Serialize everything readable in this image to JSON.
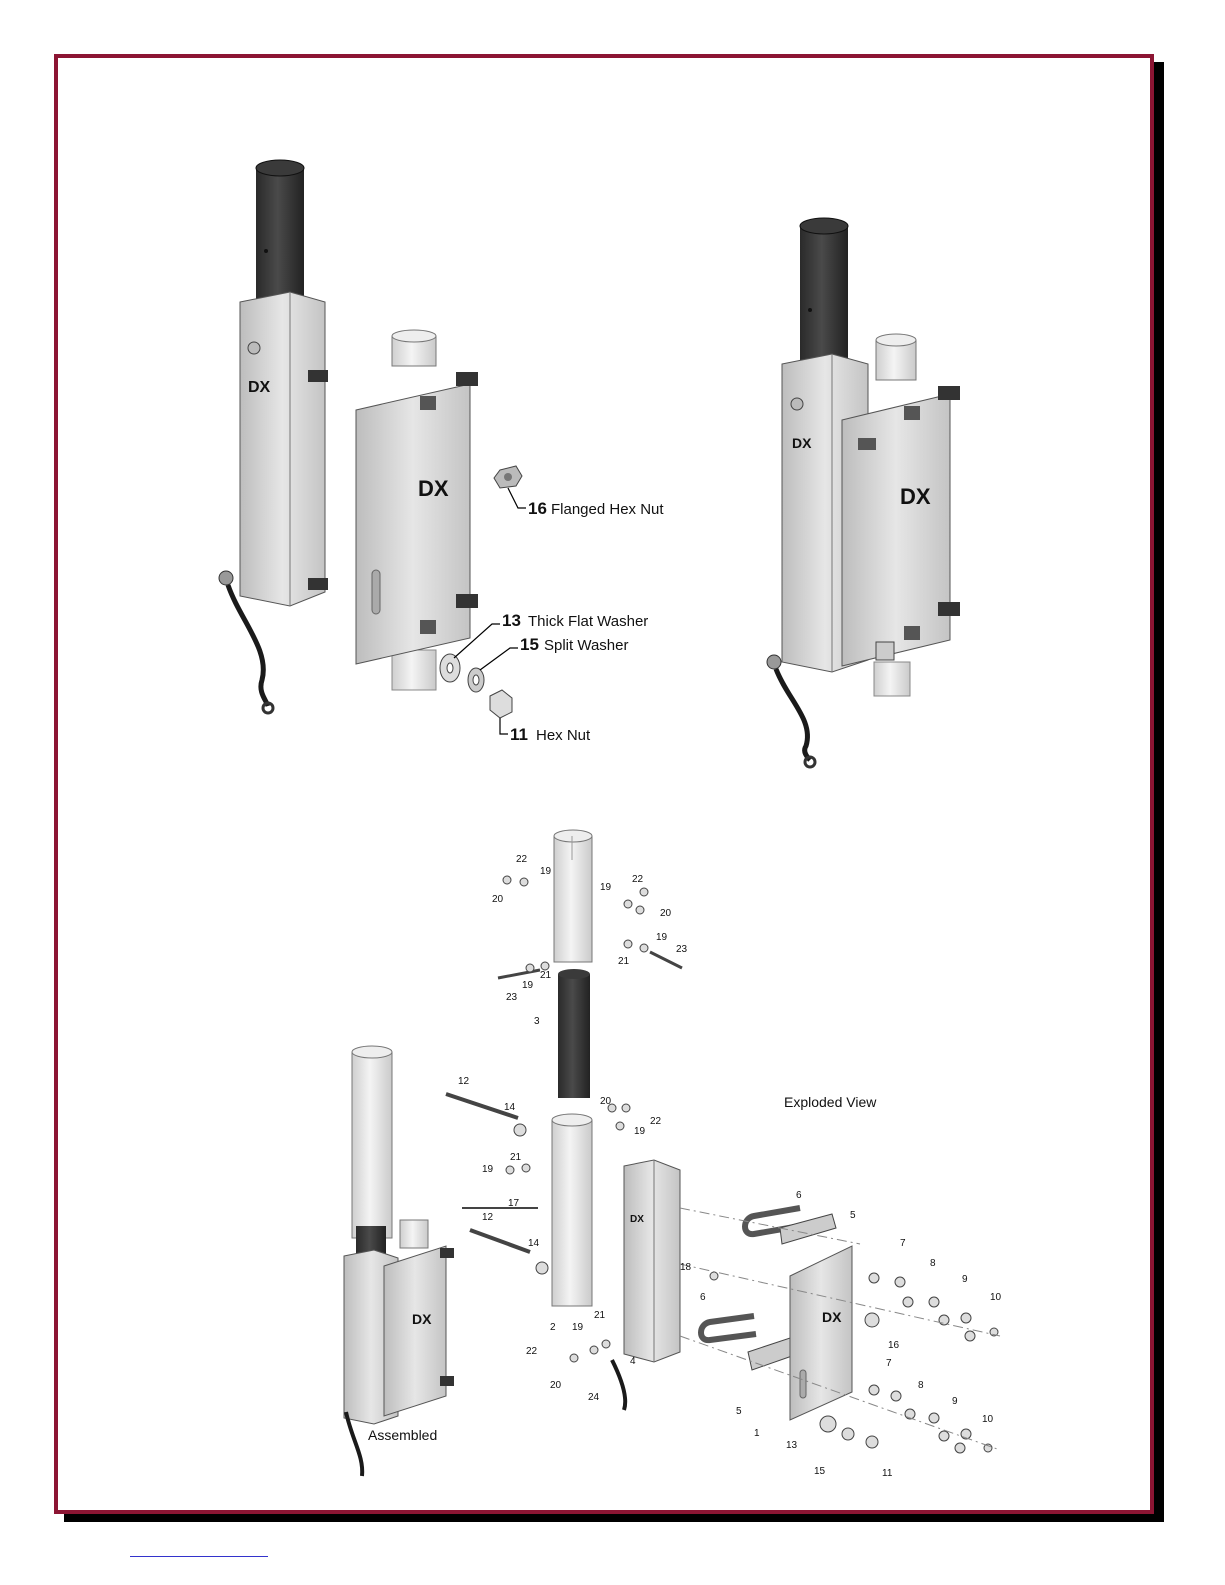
{
  "callouts_top": {
    "flanged_nut": {
      "num": "16",
      "text": "Flanged Hex Nut"
    },
    "thick_washer": {
      "num": "13",
      "text": "Thick Flat Washer"
    },
    "split_washer": {
      "num": "15",
      "text": "Split Washer"
    },
    "hex_nut": {
      "num": "11",
      "text": "Hex Nut"
    }
  },
  "captions": {
    "exploded": "Exploded View",
    "assembled": "Assembled"
  },
  "part_numbers": {
    "p22a": "22",
    "p19a": "19",
    "p20a": "20",
    "p19b": "19",
    "p22b": "22",
    "p20b": "20",
    "p21a": "21",
    "p19c": "19",
    "p23a": "23",
    "p21b": "21",
    "p19d": "19",
    "p23b": "23",
    "p3": "3",
    "p12a": "12",
    "p14a": "14",
    "p20c": "20",
    "p22c": "22",
    "p19e": "19",
    "p21c": "21",
    "p19f": "19",
    "p17": "17",
    "p12b": "12",
    "p14b": "14",
    "p2": "2",
    "p18": "18",
    "p6a": "6",
    "p5a": "5",
    "p6b": "6",
    "p5b": "5",
    "p4": "4",
    "p21d": "21",
    "p19g": "19",
    "p22d": "22",
    "p20d": "20",
    "p24": "24",
    "p1": "1",
    "p7a": "7",
    "p8a": "8",
    "p9a": "9",
    "p10a": "10",
    "p16": "16",
    "p7b": "7",
    "p8b": "8",
    "p9b": "9",
    "p10b": "10",
    "p13": "13",
    "p15": "15",
    "p11": "11"
  },
  "brand_mark": "DX",
  "colors": {
    "frame": "#8c1533",
    "steel": "#d4d4d4",
    "dark_tube": "#333333"
  }
}
